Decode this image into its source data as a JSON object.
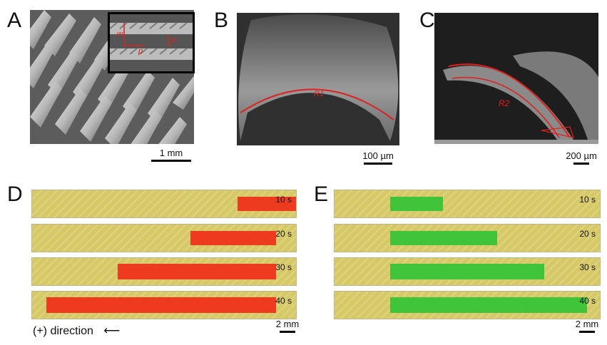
{
  "panels": {
    "a": {
      "letter": "A",
      "scale": "1 mm"
    },
    "b": {
      "letter": "B",
      "scale": "100 µm",
      "curve_label": "R1"
    },
    "c": {
      "letter": "C",
      "scale": "200 µm",
      "curve_label": "R2"
    },
    "d": {
      "letter": "D",
      "times": [
        "10 s",
        "20 s",
        "30 s",
        "40 s"
      ],
      "scale": "2 mm",
      "direction_label": "(+) direction",
      "fill_color": "#ee3a1e"
    },
    "e": {
      "letter": "E",
      "times": [
        "10 s",
        "20 s",
        "30 s",
        "40 s"
      ],
      "scale": "2 mm",
      "fill_color": "#3fc43a"
    }
  },
  "inset_labels": {
    "w": "w",
    "p": "p",
    "d": "d"
  },
  "colors": {
    "accent": "#e0201c",
    "strip_bg": "#d6c966"
  }
}
